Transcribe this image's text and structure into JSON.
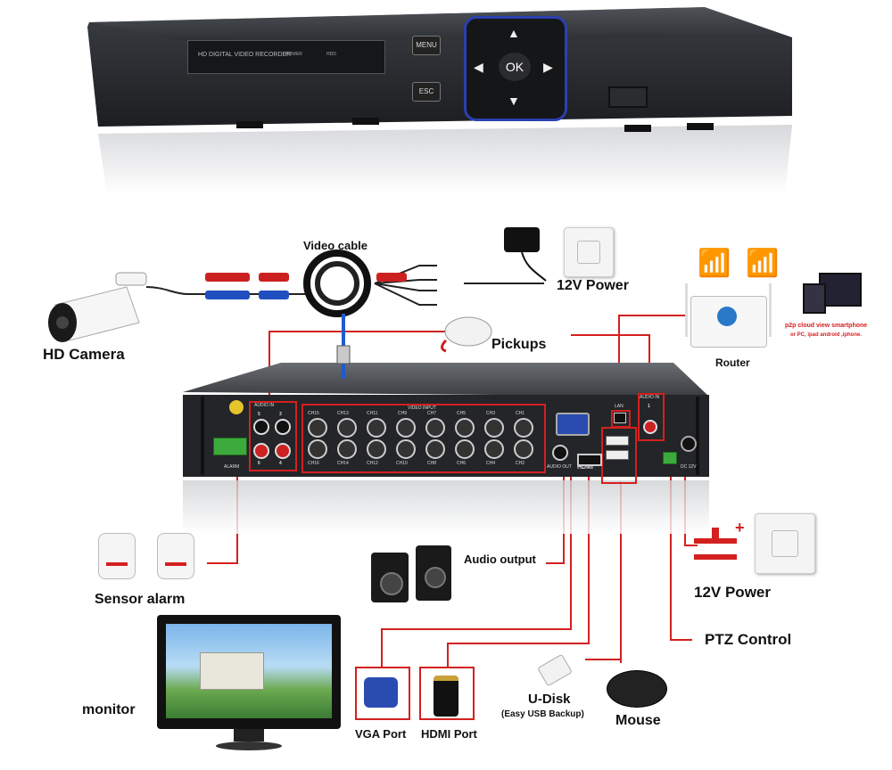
{
  "front_panel": {
    "display_text": "HD DIGITAL VIDEO RECORDER",
    "power_label": "POWER",
    "hdd_label": "HDD",
    "menu_label": "MENU",
    "esc_label": "ESC",
    "ok_label": "OK"
  },
  "labels": {
    "video_cable": "Video cable",
    "power_top": "12V Power",
    "hd_camera": "HD Camera",
    "pickups": "Pickups",
    "router": "Router",
    "cloud_line1": "p2p cloud  view smartphone",
    "cloud_line2": "or PC, ipad android ,iphone.",
    "audio_output": "Audio output",
    "sensor_alarm": "Sensor alarm",
    "power_right": "12V Power",
    "ptz_control": "PTZ Control",
    "monitor": "monitor",
    "vga_port": "VGA Port",
    "hdmi_port": "HDMI Port",
    "u_disk": "U-Disk",
    "u_disk_sub": "(Easy USB Backup)",
    "mouse": "Mouse"
  },
  "back_panel": {
    "audio_in_left": "AUDIO IN",
    "video_input": "VIDEO INPUT",
    "audio_in_right": "AUDIO IN",
    "alarm": "ALARM",
    "audio_out": "AUDIO OUT",
    "hdmi": "HDMI",
    "lan": "LAN",
    "dc": "DC 12V",
    "top_channels": [
      "CH15",
      "CH13",
      "CH11",
      "CH9",
      "CH7",
      "CH5",
      "CH3",
      "CH1"
    ],
    "bottom_channels": [
      "CH16",
      "CH14",
      "CH12",
      "CH10",
      "CH8",
      "CH6",
      "CH4",
      "CH2"
    ],
    "audio_left_top": [
      "5",
      "3"
    ],
    "audio_left_bottom": [
      "6",
      "4"
    ],
    "audio_right_top": "1"
  },
  "colors": {
    "accent_red": "#d42020",
    "wifi_blue": "#1e9be0",
    "dvr_dark": "#2b2e33"
  }
}
